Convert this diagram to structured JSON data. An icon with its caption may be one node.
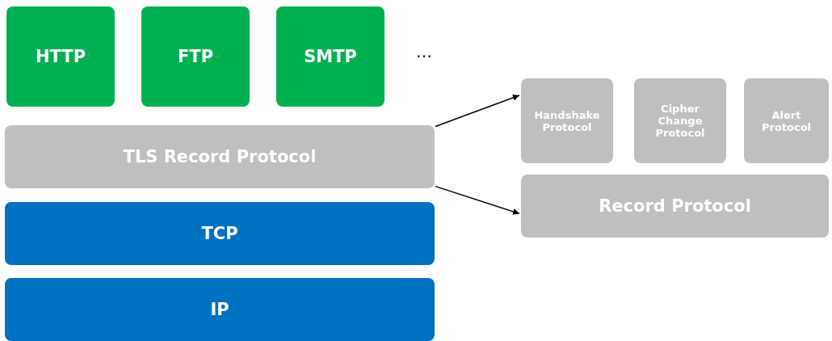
{
  "diagram": {
    "nodes": [
      {
        "text": [
          "HTTP"
        ]
      },
      {
        "text": [
          "FTP"
        ]
      },
      {
        "text": [
          "SMTP"
        ]
      },
      {
        "text": [
          "TLS Record Protocol"
        ]
      },
      {
        "text": [
          "TCP"
        ]
      },
      {
        "text": [
          "IP"
        ]
      },
      {
        "text": [
          "Handshake Protocol"
        ]
      },
      {
        "text": [
          "Cipher Change Protocol"
        ]
      },
      {
        "text": [
          "Alert Protocol"
        ]
      },
      {
        "text": [
          "Record Protocol"
        ]
      }
    ],
    "edges": [
      {
        "from": 3,
        "to": 6,
        "arrow": "to"
      },
      {
        "from": 3,
        "to": 9,
        "arrow": "to"
      }
    ],
    "labels": [
      "…"
    ]
  }
}
